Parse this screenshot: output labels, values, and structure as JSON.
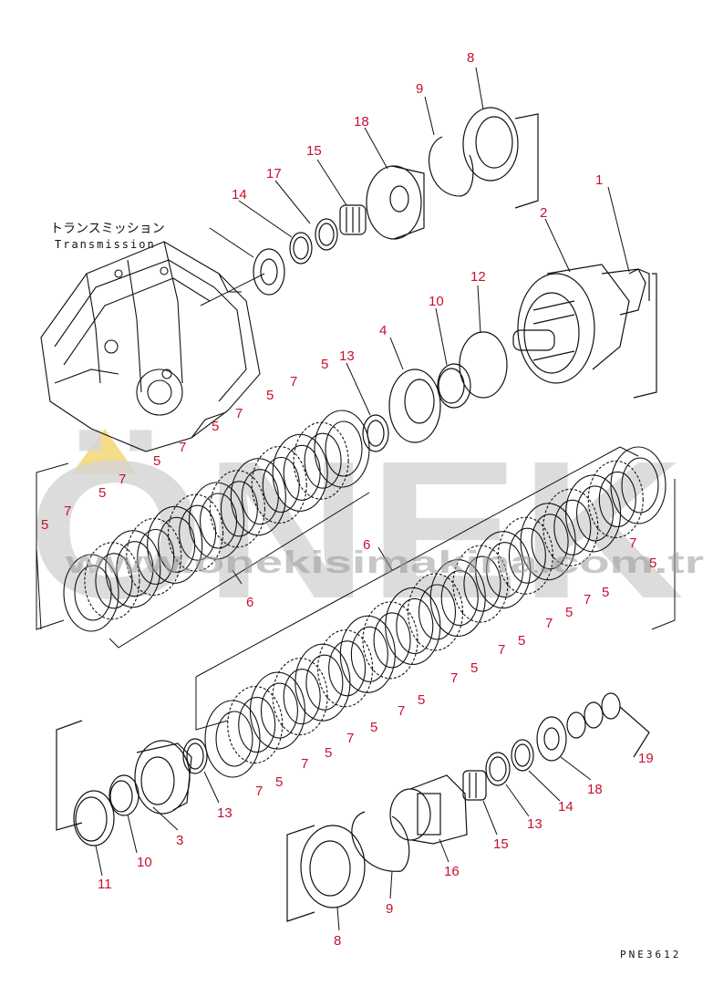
{
  "title_jp": "トランスミッション",
  "title_en": "Transmission",
  "figure_code": "PNE3612",
  "watermark_logo": "ÖNEK",
  "watermark_site": "www.onekisimakina.com.tr",
  "colors": {
    "callout": "#c8102e",
    "line": "#111111",
    "watermark": "#d6d6d6",
    "accent": "#f2d36b"
  },
  "callouts": [
    "1",
    "2",
    "4",
    "8",
    "9",
    "10",
    "12",
    "13",
    "14",
    "15",
    "17",
    "18",
    "5",
    "7",
    "5",
    "7",
    "5",
    "7",
    "5",
    "7",
    "5",
    "7",
    "5",
    "7",
    "6",
    "6",
    "5",
    "7",
    "5",
    "7",
    "5",
    "7",
    "5",
    "7",
    "5",
    "7",
    "5",
    "7",
    "5",
    "7",
    "5",
    "7",
    "5",
    "7",
    "5",
    "7",
    "5",
    "7",
    "3",
    "10",
    "11",
    "13",
    "8",
    "9",
    "16",
    "15",
    "13",
    "14",
    "18",
    "19"
  ]
}
